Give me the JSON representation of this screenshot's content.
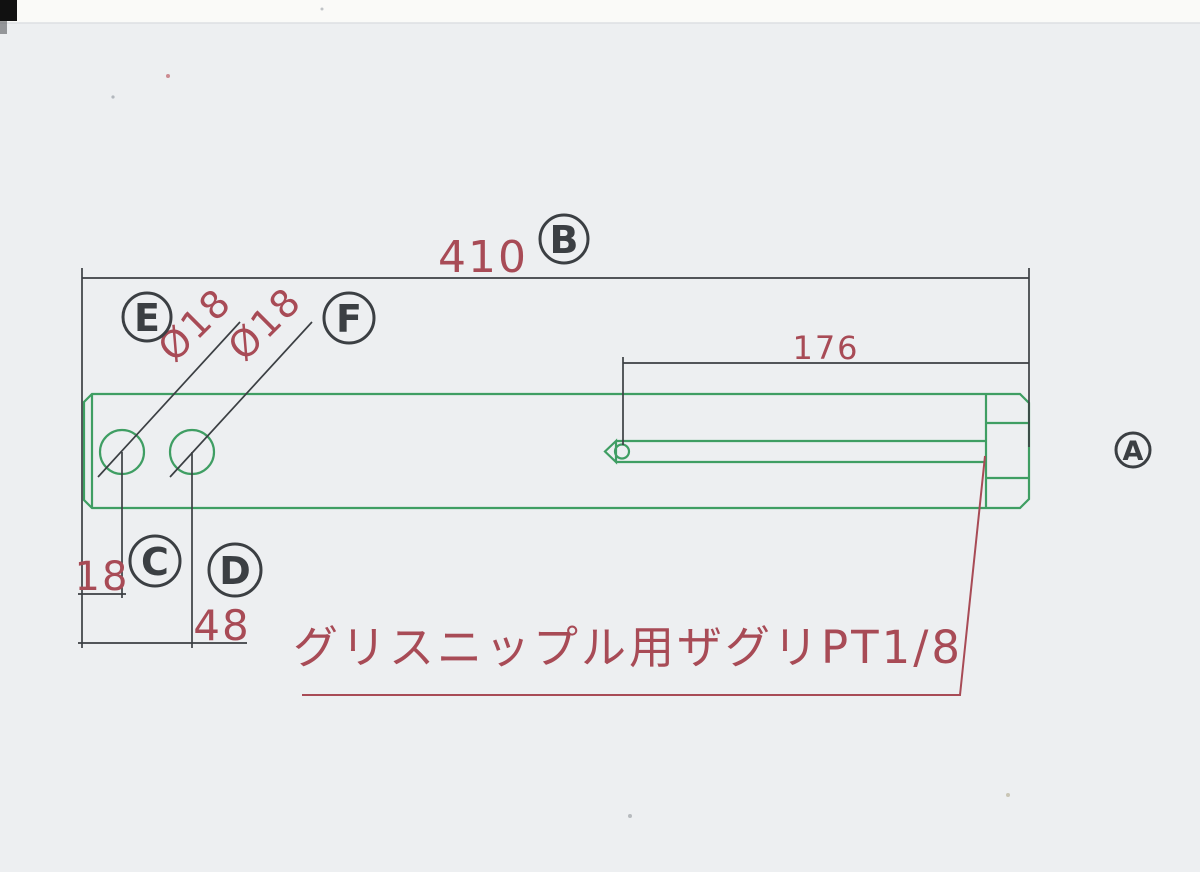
{
  "drawing": {
    "balloons": {
      "a": "A",
      "b": "B",
      "c": "C",
      "d": "D",
      "e": "E",
      "f": "F"
    },
    "dimensions": {
      "overall_length": "410",
      "bore_length": "176",
      "hole1_position": "18",
      "hole2_position": "48",
      "hole1_diameter": "Ø18",
      "hole2_diameter": "Ø18"
    },
    "note": "グリスニップル用ザグリPT1/8"
  },
  "colors": {
    "paper": "#edeff1",
    "scan_background": "#fafaf8",
    "part_outline_green": "#3f9e63",
    "dimension_red": "#a84b56",
    "line_dark": "#3b3f43"
  }
}
